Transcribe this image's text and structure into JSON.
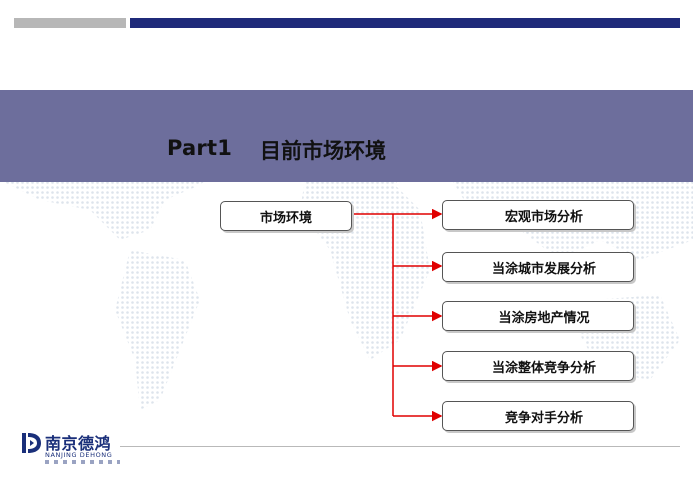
{
  "header": {
    "part_label": "Part1",
    "section_title": "目前市场环境"
  },
  "diagram": {
    "root": "市场环境",
    "children": [
      "宏观市场分析",
      "当涂城市发展分析",
      "当涂房地产情况",
      "当涂整体竞争分析",
      "竞争对手分析"
    ],
    "connector_color": "#e00000"
  },
  "logo": {
    "cn": "南京德鸿",
    "en": "NANJING DEHONG"
  },
  "colors": {
    "band": "#6d6e9c",
    "navy": "#1f2a7a",
    "gray": "#b7b7b7"
  }
}
